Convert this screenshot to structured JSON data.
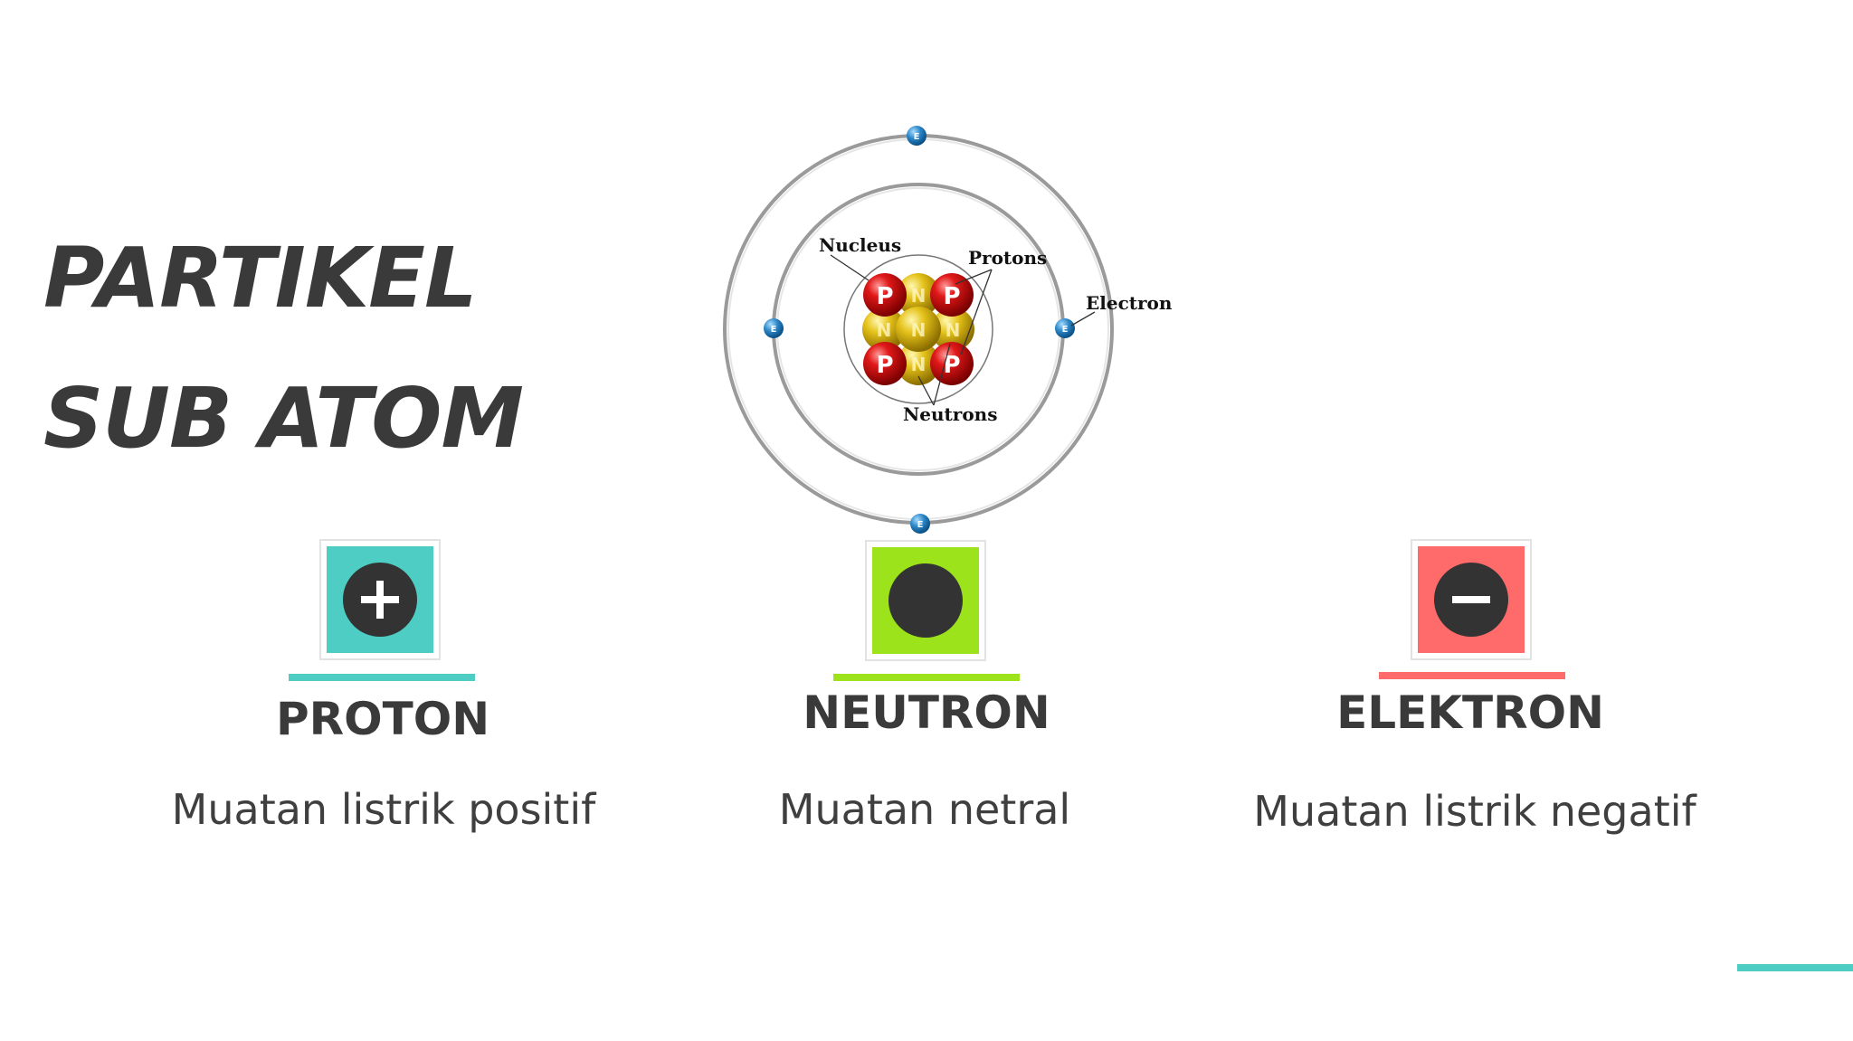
{
  "title": {
    "line1": "PARTIKEL",
    "line2": "SUB ATOM"
  },
  "diagram": {
    "labels": {
      "nucleus": "Nucleus",
      "protons": "Protons",
      "electron": "Electron",
      "neutrons": "Neutrons"
    },
    "particle_letters": {
      "proton": "P",
      "neutron": "N",
      "electron": "E"
    }
  },
  "particles": [
    {
      "name": "PROTON",
      "description": "Muatan listrik positif",
      "color": "#4ecdc4",
      "icon": "plus-icon"
    },
    {
      "name": "NEUTRON",
      "description": "Muatan netral",
      "color": "#9de31c",
      "icon": "dot-icon"
    },
    {
      "name": "ELEKTRON",
      "description": "Muatan listrik negatif",
      "color": "#ff6b6b",
      "icon": "minus-icon"
    }
  ],
  "accent_color": "#4ecdc4"
}
